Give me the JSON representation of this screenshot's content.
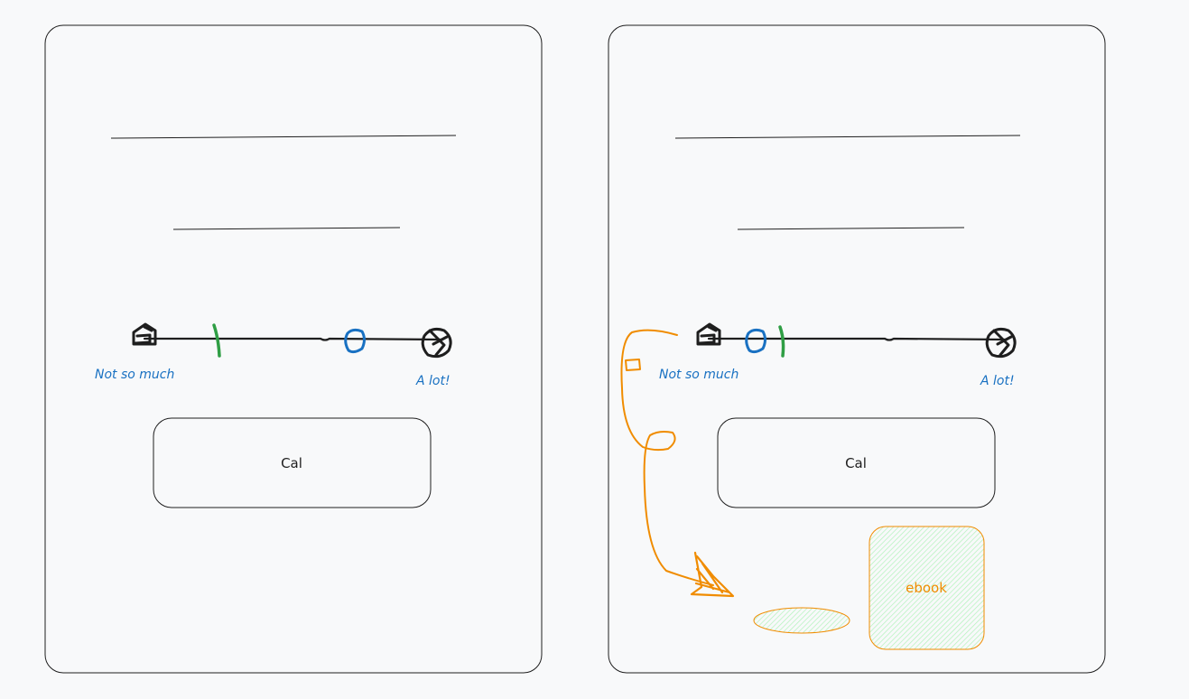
{
  "frames": [
    {
      "scale": {
        "left_label": "Not so much",
        "right_label": "A lot!"
      },
      "button_label": "Cal"
    },
    {
      "scale": {
        "left_label": "Not so much",
        "right_label": "A lot!"
      },
      "button_label": "Cal",
      "ebook_label": "ebook"
    }
  ],
  "colors": {
    "background": "#f8f9fa",
    "stroke": "#1e1e1e",
    "label_blue": "#1971c2",
    "marker_green": "#2f9e44",
    "marker_blue": "#1971c2",
    "annotation_orange": "#f08c00",
    "fill_green": "#b2f2bb"
  }
}
